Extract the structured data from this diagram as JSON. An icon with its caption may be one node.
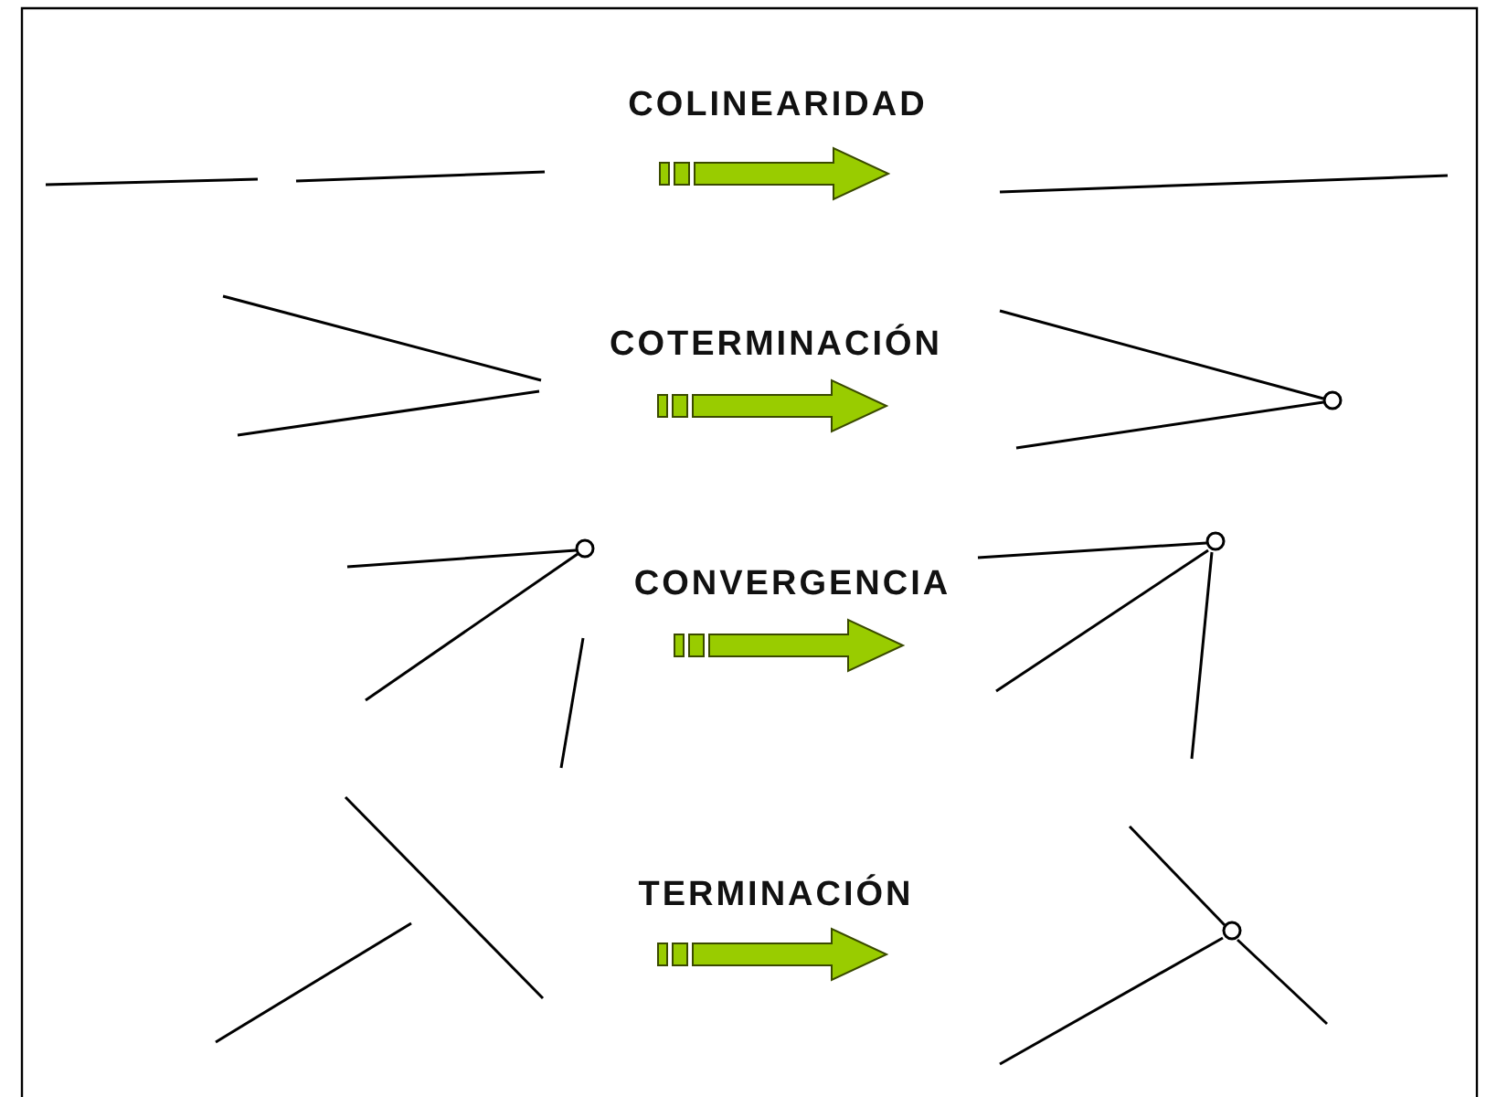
{
  "diagram": {
    "nodes": [
      {
        "text": [],
        "shape": "picture"
      },
      {
        "text": [],
        "shape": "picture"
      },
      {
        "text": [],
        "shape": "picture"
      },
      {
        "text": [],
        "shape": "picture"
      },
      {
        "text": [],
        "shape": "picture"
      },
      {
        "text": [],
        "shape": "picture"
      },
      {
        "text": [],
        "shape": "picture"
      },
      {
        "text": [],
        "shape": "picture"
      }
    ],
    "edges": [
      {
        "from": 0,
        "to": 1,
        "arrow": "to",
        "label": "COLINEARIDAD"
      },
      {
        "from": 2,
        "to": 3,
        "arrow": "to",
        "label": "COTERMINACIÓN"
      },
      {
        "from": 4,
        "to": 5,
        "arrow": "to",
        "label": "CONVERGENCIA"
      },
      {
        "from": 6,
        "to": 7,
        "arrow": "to",
        "label": "TERMINACIÓN"
      }
    ]
  }
}
